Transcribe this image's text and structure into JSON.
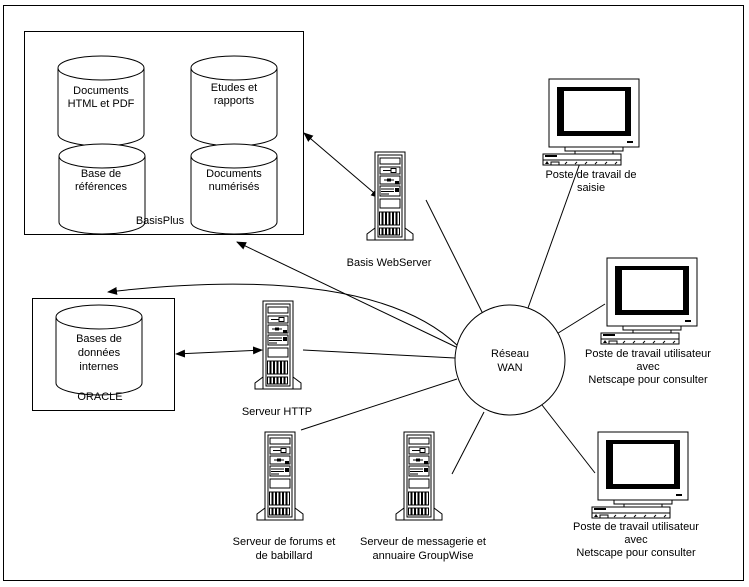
{
  "diagram": {
    "network": {
      "label_lines": [
        "Réseau",
        "WAN"
      ]
    },
    "basisplus": {
      "label": "BasisPlus",
      "databases": [
        {
          "lines": [
            "Documents",
            "HTML et PDF"
          ]
        },
        {
          "lines": [
            "Etudes et",
            "rapports"
          ]
        },
        {
          "lines": [
            "Base de",
            "références"
          ]
        },
        {
          "lines": [
            "Documents",
            "numérisés"
          ]
        }
      ]
    },
    "oracle": {
      "label": "ORACLE",
      "database": {
        "lines": [
          "Bases de",
          "données",
          "internes"
        ]
      }
    },
    "servers": [
      {
        "id": "basis-webserver",
        "lines": [
          "Basis WebServer"
        ]
      },
      {
        "id": "http-server",
        "lines": [
          "Serveur HTTP"
        ]
      },
      {
        "id": "forums-server",
        "lines": [
          "Serveur de forums et",
          "de babillard"
        ]
      },
      {
        "id": "groupwise-server",
        "lines": [
          "Serveur de messagerie et",
          "annuaire GroupWise"
        ]
      }
    ],
    "workstations": [
      {
        "id": "saisie",
        "lines": [
          "Poste de travail de",
          "saisie"
        ]
      },
      {
        "id": "user-1",
        "lines": [
          "Poste de travail utilisateur",
          "avec",
          "Netscape pour consulter"
        ]
      },
      {
        "id": "user-2",
        "lines": [
          "Poste de travail utilisateur",
          "avec",
          "Netscape pour consulter"
        ]
      }
    ],
    "colors": {
      "stroke": "#000000",
      "background": "#ffffff",
      "screen": "#ffffff"
    }
  }
}
